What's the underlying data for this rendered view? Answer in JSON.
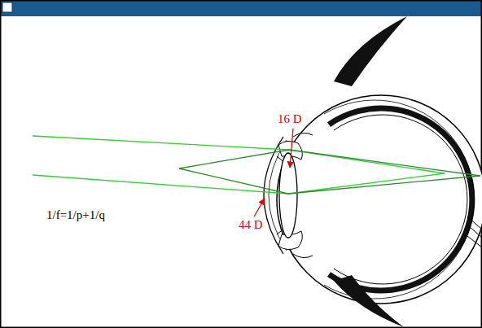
{
  "diagram": {
    "labels": [
      "16 D",
      "44 D",
      "1/f=1/p+1/q"
    ]
  }
}
